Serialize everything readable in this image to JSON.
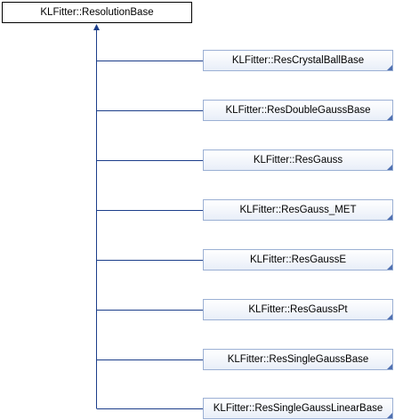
{
  "base_class": {
    "label": "KLFitter::ResolutionBase"
  },
  "derived_classes": [
    {
      "label": "KLFitter::ResCrystalBallBase"
    },
    {
      "label": "KLFitter::ResDoubleGaussBase"
    },
    {
      "label": "KLFitter::ResGauss"
    },
    {
      "label": "KLFitter::ResGauss_MET"
    },
    {
      "label": "KLFitter::ResGaussE"
    },
    {
      "label": "KLFitter::ResGaussPt"
    },
    {
      "label": "KLFitter::ResSingleGaussBase"
    },
    {
      "label": "KLFitter::ResSingleGaussLinearBase"
    }
  ],
  "colors": {
    "edge": "#1c3e8a",
    "derived_border": "#9bb0d4",
    "fold_corner": "#4e6fb0"
  }
}
